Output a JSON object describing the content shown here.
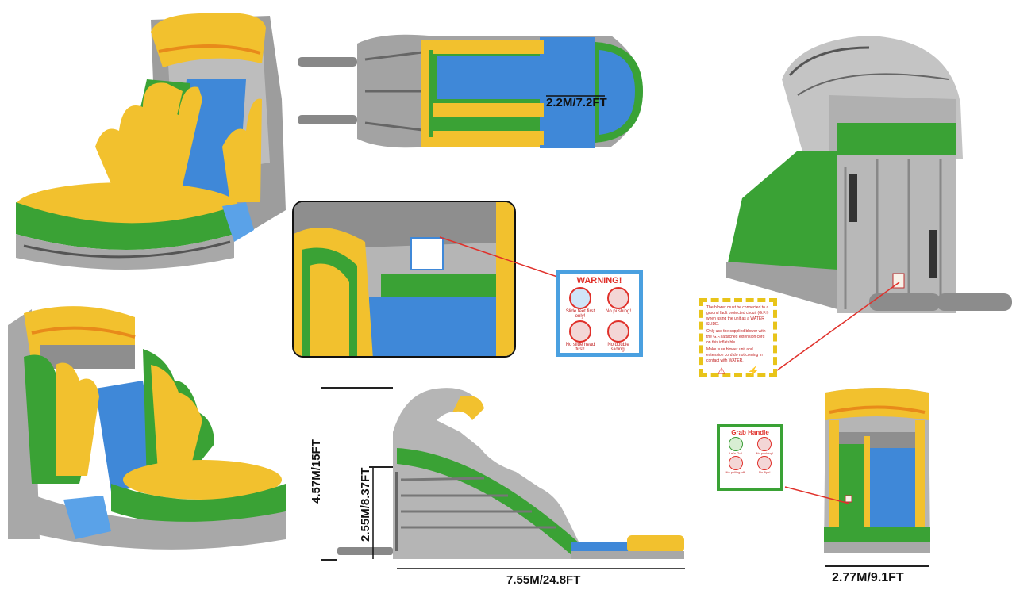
{
  "dimensions": {
    "top_width": "2.2M/7.2FT",
    "height_total": "4.57M/15FT",
    "height_platform": "2.55M/8.37FT",
    "length": "7.55M/24.8FT",
    "width": "2.77M/9.1FT"
  },
  "warning_card": {
    "title": "WARNING!",
    "items": [
      "Slide feet first only!",
      "No pushing!",
      "No slide head first!",
      "No double sliding!"
    ]
  },
  "blower_card": {
    "lines": [
      "The blower must be connected to a ground fault protected circuit (G.F.I) when using the unit as a WATER SLIDE.",
      "Only use the supplied blower with the G.F.I attached extension cord on this inflatable.",
      "Make sure blower unit and extension cord do not coming in contact with WATER."
    ]
  },
  "grab_card": {
    "title": "Grab Handle",
    "items": [
      "Let's Go!",
      "No pushing!",
      "No pulling off!",
      "No flips!"
    ]
  },
  "colors": {
    "yellow": "#f2c12e",
    "orange": "#e88a1a",
    "green": "#3aa235",
    "blue": "#3f88d8",
    "gray": "#9a9a9a",
    "red": "#e0302a"
  }
}
